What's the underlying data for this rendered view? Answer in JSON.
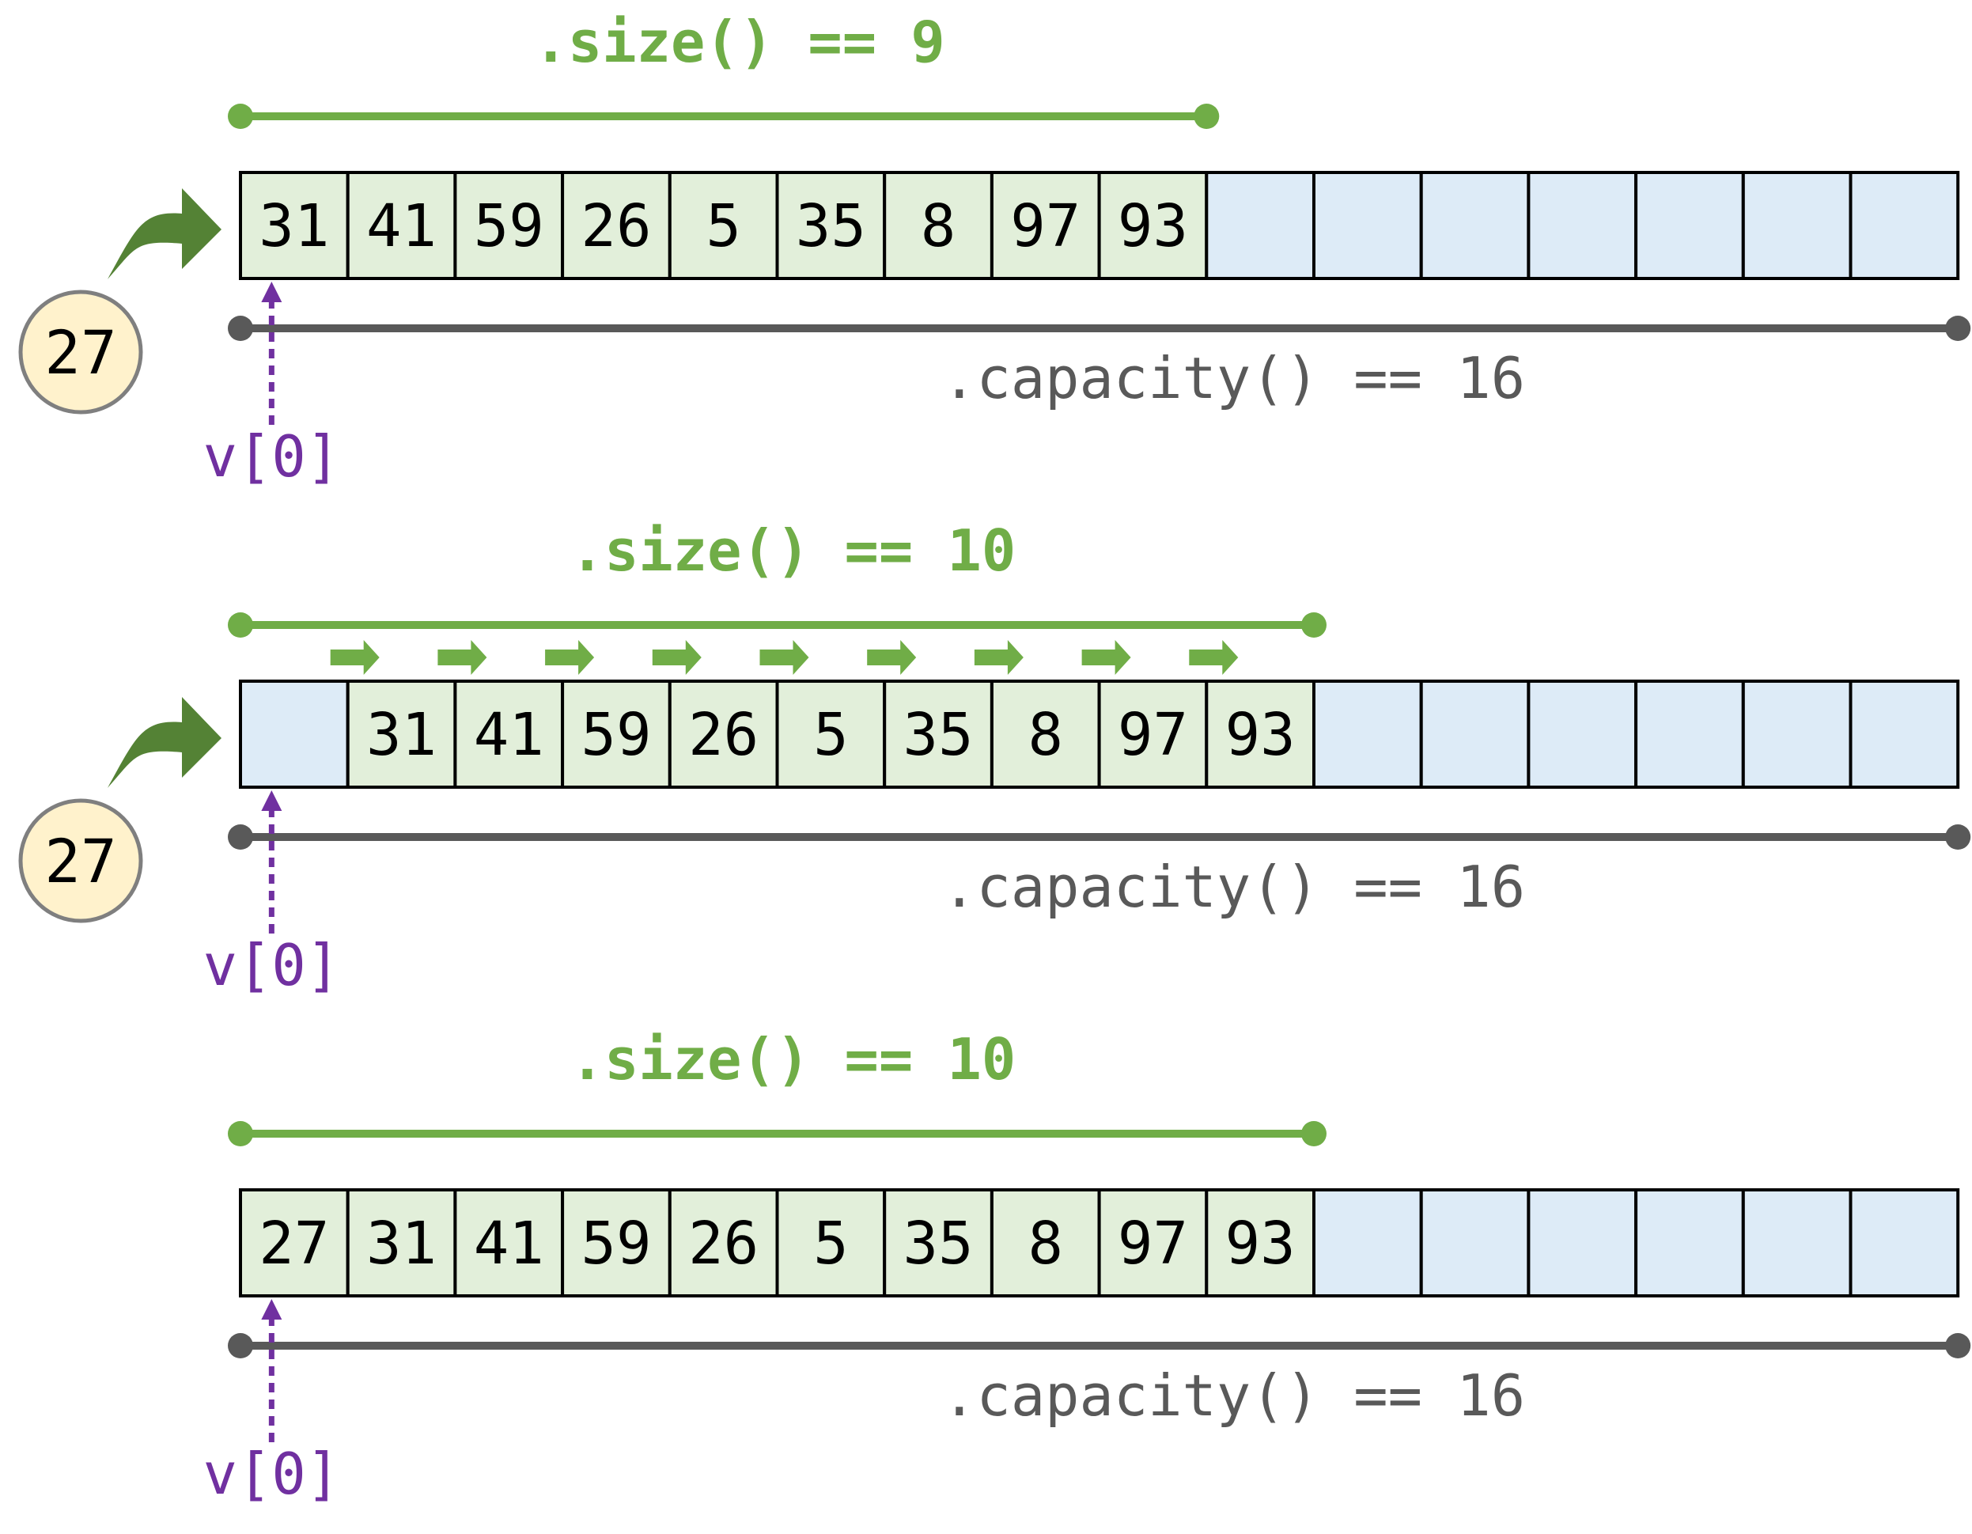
{
  "colors": {
    "green_line": "#70ad47",
    "green_cell_fill": "#e2efda",
    "empty_cell_fill": "#ddebf7",
    "cell_border": "#000000",
    "capacity_line": "#595959",
    "capacity_text": "#595959",
    "index_purple": "#7030a0",
    "insert_arrow": "#548235",
    "bubble_fill": "#fff2cc",
    "bubble_stroke": "#7f7f7f"
  },
  "steps": [
    {
      "size_label": ".size() == 9",
      "size": 9,
      "capacity": 16,
      "capacity_label": ".capacity() == 16",
      "index_label": "v[0]",
      "cells": [
        "31",
        "41",
        "59",
        "26",
        "5",
        "35",
        "8",
        "97",
        "93",
        "",
        "",
        "",
        "",
        "",
        "",
        ""
      ],
      "filled": [
        true,
        true,
        true,
        true,
        true,
        true,
        true,
        true,
        true,
        false,
        false,
        false,
        false,
        false,
        false,
        false
      ],
      "incoming_value": "27",
      "shift_arrows": 0,
      "icons": [
        "curved-insert-arrow-icon"
      ]
    },
    {
      "size_label": ".size() == 10",
      "size": 10,
      "capacity": 16,
      "capacity_label": ".capacity() == 16",
      "index_label": "v[0]",
      "cells": [
        "",
        "31",
        "41",
        "59",
        "26",
        "5",
        "35",
        "8",
        "97",
        "93",
        "",
        "",
        "",
        "",
        "",
        ""
      ],
      "filled": [
        false,
        true,
        true,
        true,
        true,
        true,
        true,
        true,
        true,
        true,
        false,
        false,
        false,
        false,
        false,
        false
      ],
      "incoming_value": "27",
      "shift_arrows": 9,
      "icons": [
        "curved-insert-arrow-icon",
        "shift-right-arrow-icon"
      ]
    },
    {
      "size_label": ".size() == 10",
      "size": 10,
      "capacity": 16,
      "capacity_label": ".capacity() == 16",
      "index_label": "v[0]",
      "cells": [
        "27",
        "31",
        "41",
        "59",
        "26",
        "5",
        "35",
        "8",
        "97",
        "93",
        "",
        "",
        "",
        "",
        "",
        ""
      ],
      "filled": [
        true,
        true,
        true,
        true,
        true,
        true,
        true,
        true,
        true,
        true,
        false,
        false,
        false,
        false,
        false,
        false
      ],
      "incoming_value": "",
      "shift_arrows": 0,
      "icons": []
    }
  ]
}
